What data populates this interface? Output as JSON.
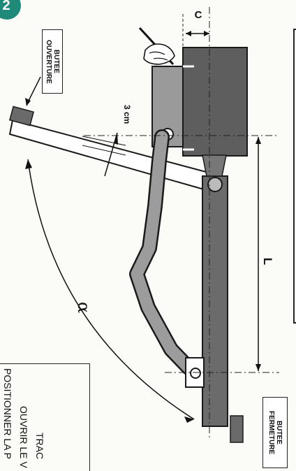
{
  "step_number": "2",
  "labels": {
    "dimension_c": "C",
    "dimension_l": "L",
    "angle_alpha": "α",
    "gap_3cm": "3 cm"
  },
  "stops": {
    "opening": [
      "BUTEE",
      "OUVERTURE"
    ],
    "closing": [
      "BUTEE",
      "FERMETURE"
    ]
  },
  "instructions": {
    "line1": "POSITIONNER LA P",
    "line2": "OUVRIR LE V",
    "line3": "TRAC"
  },
  "colors": {
    "badge": "#1f8a7a",
    "metal_dark": "#5b5b5b",
    "metal_mid": "#8c8c8c",
    "metal_light": "#a9a9a9",
    "outline": "#1a1a1a"
  }
}
